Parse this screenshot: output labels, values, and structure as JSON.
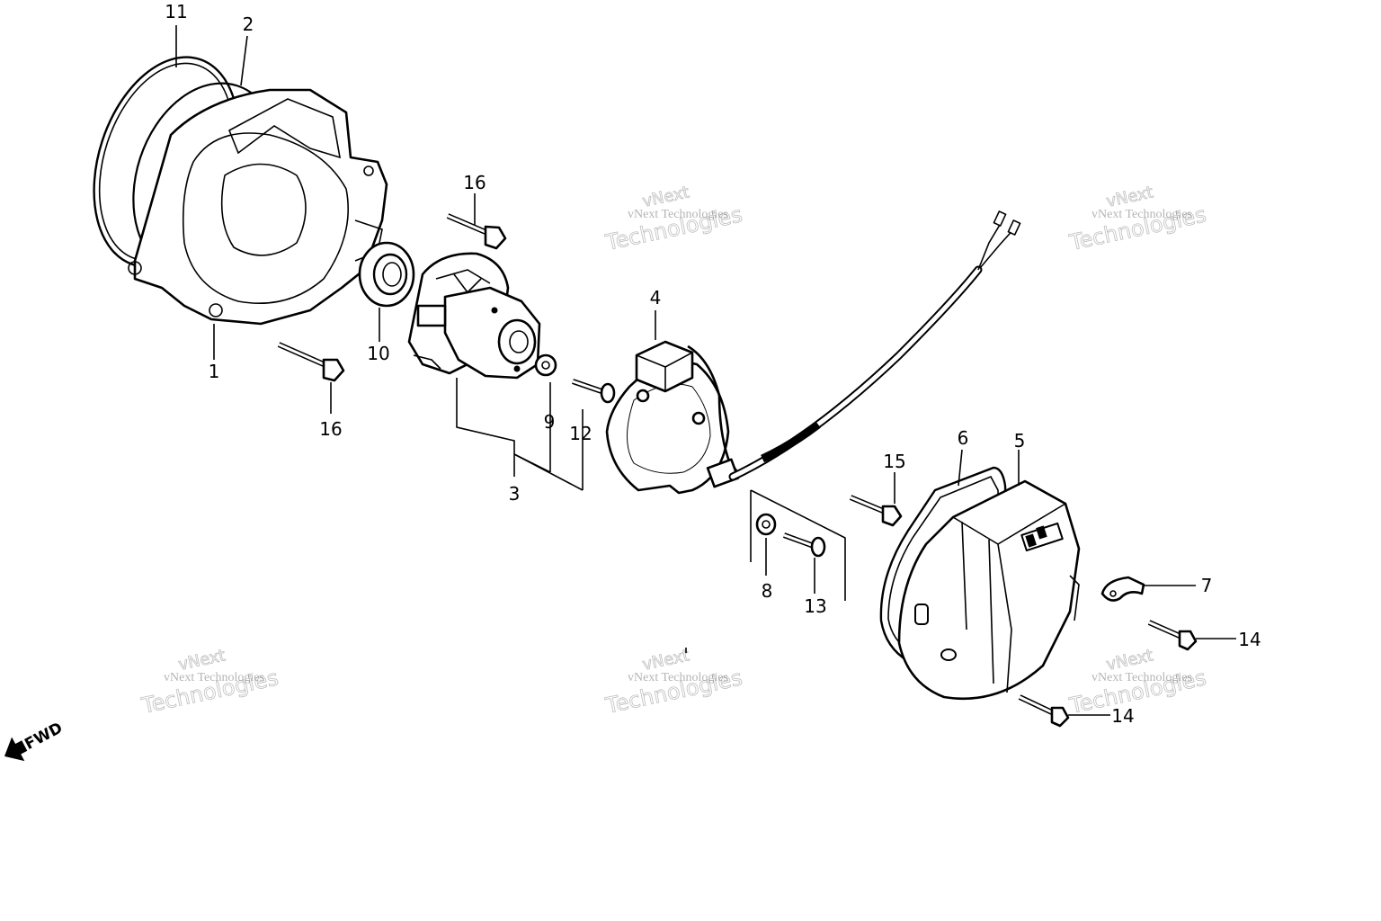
{
  "callouts": [
    "11",
    "2",
    "1",
    "10",
    "16",
    "16",
    "3",
    "9",
    "12",
    "4",
    "8",
    "13",
    "15",
    "6",
    "5",
    "7",
    "14",
    "14"
  ],
  "watermark": {
    "line1": "vNext Technologies",
    "line2": "vNext",
    "line3": "Technologies"
  },
  "direction_label": "FWD"
}
